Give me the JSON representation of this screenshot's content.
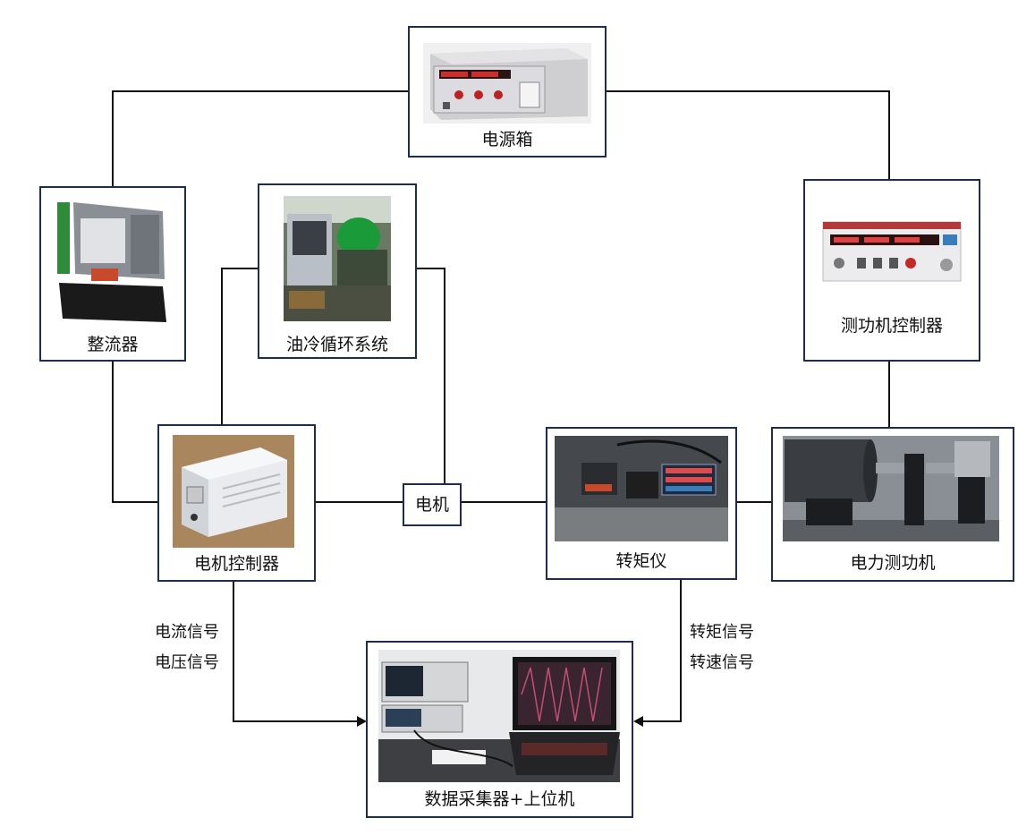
{
  "nodes": {
    "power_box": "电源箱",
    "rectifier": "整流器",
    "oil_cooling": "油冷循环系统",
    "dyno_controller": "测功机控制器",
    "motor_controller": "电机控制器",
    "motor": "电机",
    "torque_meter": "转矩仪",
    "dynamometer": "电力测功机",
    "daq": "数据采集器+上位机"
  },
  "signals": {
    "current": "电流信号",
    "voltage": "电压信号",
    "torque": "转矩信号",
    "speed": "转速信号"
  },
  "colors": {
    "box_border": "#1f2d4a",
    "line": "#111111"
  }
}
